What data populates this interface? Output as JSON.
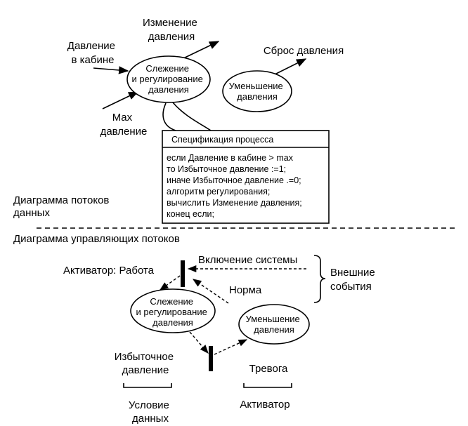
{
  "data_flow": {
    "input_cabin_pressure": [
      "Давление",
      "в кабине"
    ],
    "input_max_pressure": [
      "Max",
      "давление"
    ],
    "output_pressure_change": [
      "Изменение",
      "давления"
    ],
    "output_pressure_release": "Сброс давления",
    "process_monitor": [
      "Слежение",
      "и регулирование",
      "давления"
    ],
    "process_decrease": [
      "Уменьшение",
      "давления"
    ],
    "diagram_label": [
      "Диаграмма потоков",
      "данных"
    ]
  },
  "spec": {
    "title": "Спецификация процесса",
    "lines": [
      "если Давление в кабине > max",
      "то Избыточное давление :=1;",
      "иначе Избыточное давление .=0;",
      "алгоритм регулирования;",
      "вычислить  Изменение давления;",
      "конец если;"
    ]
  },
  "control_flow": {
    "diagram_label": "Диаграмма управляющих потоков",
    "activator_work": "Активатор:  Работа",
    "system_on": "Включение системы",
    "norm": "Норма",
    "external_events": [
      "Внешние",
      "события"
    ],
    "process_monitor": [
      "Слежение",
      "и регулирование",
      "давления"
    ],
    "process_decrease": [
      "Уменьшение",
      "давления"
    ],
    "overpressure": [
      "Избыточное",
      "давление"
    ],
    "alarm": "Тревога",
    "data_condition": [
      "Условие",
      "данных"
    ],
    "activator": "Активатор"
  }
}
